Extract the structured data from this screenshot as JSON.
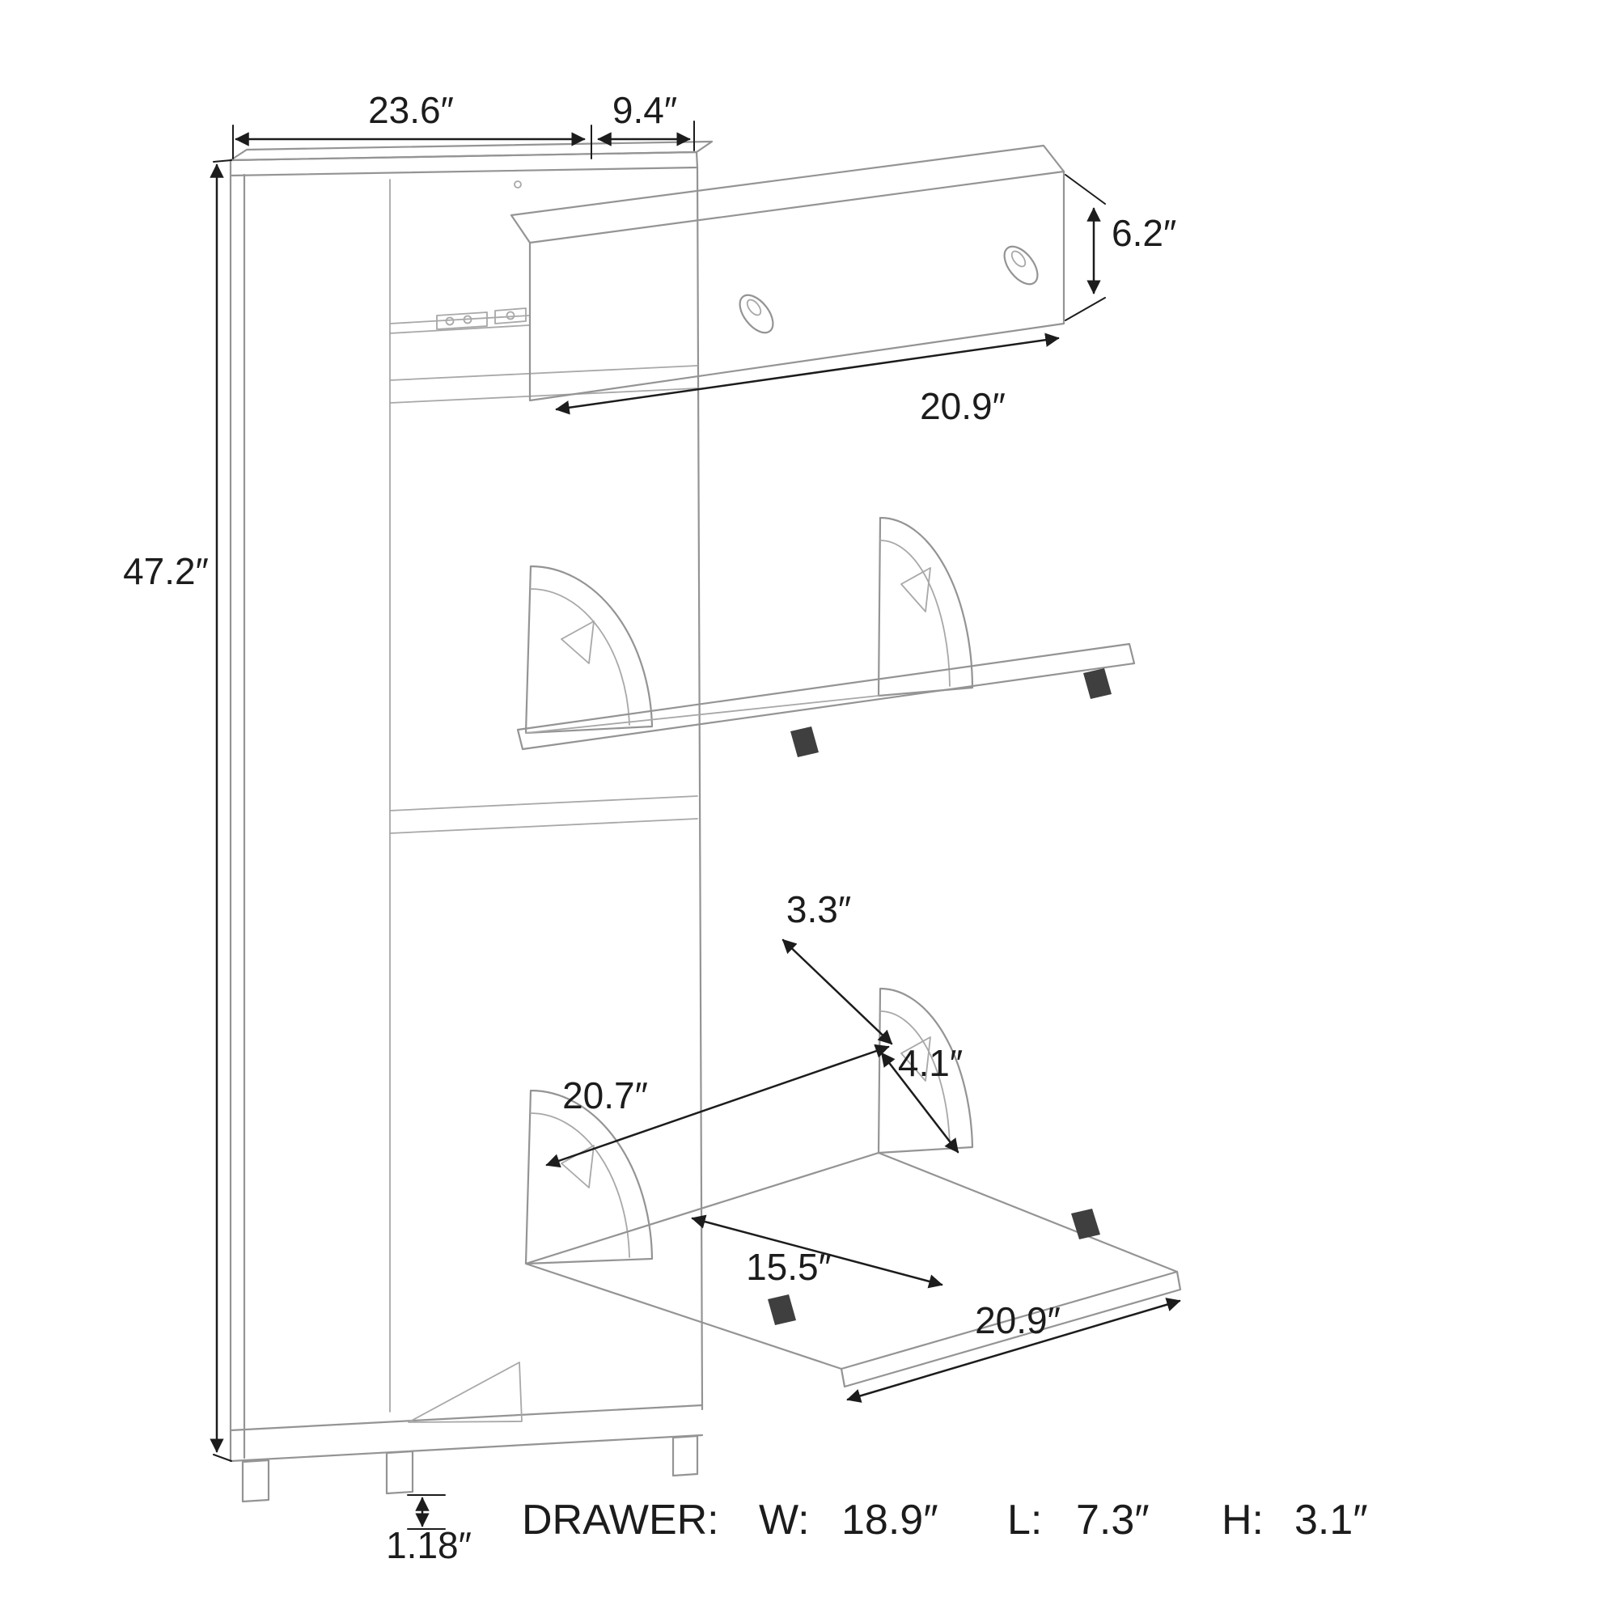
{
  "diagram": {
    "dimensions": {
      "top_width": "23.6″",
      "top_depth": "9.4″",
      "drawer_front_height": "6.2″",
      "drawer_front_width": "20.9″",
      "cabinet_height": "47.2″",
      "flap_top_gap": "3.3″",
      "flap_side_depth": "4.1″",
      "flap_door_length": "20.7″",
      "flap_inner_width": "15.5″",
      "flap_door_width": "20.9″",
      "foot_height": "1.18″"
    },
    "caption": {
      "label": "DRAWER:",
      "w_label": "W:",
      "w_value": "18.9″",
      "l_label": "L:",
      "l_value": "7.3″",
      "h_label": "H:",
      "h_value": "3.1″"
    }
  }
}
